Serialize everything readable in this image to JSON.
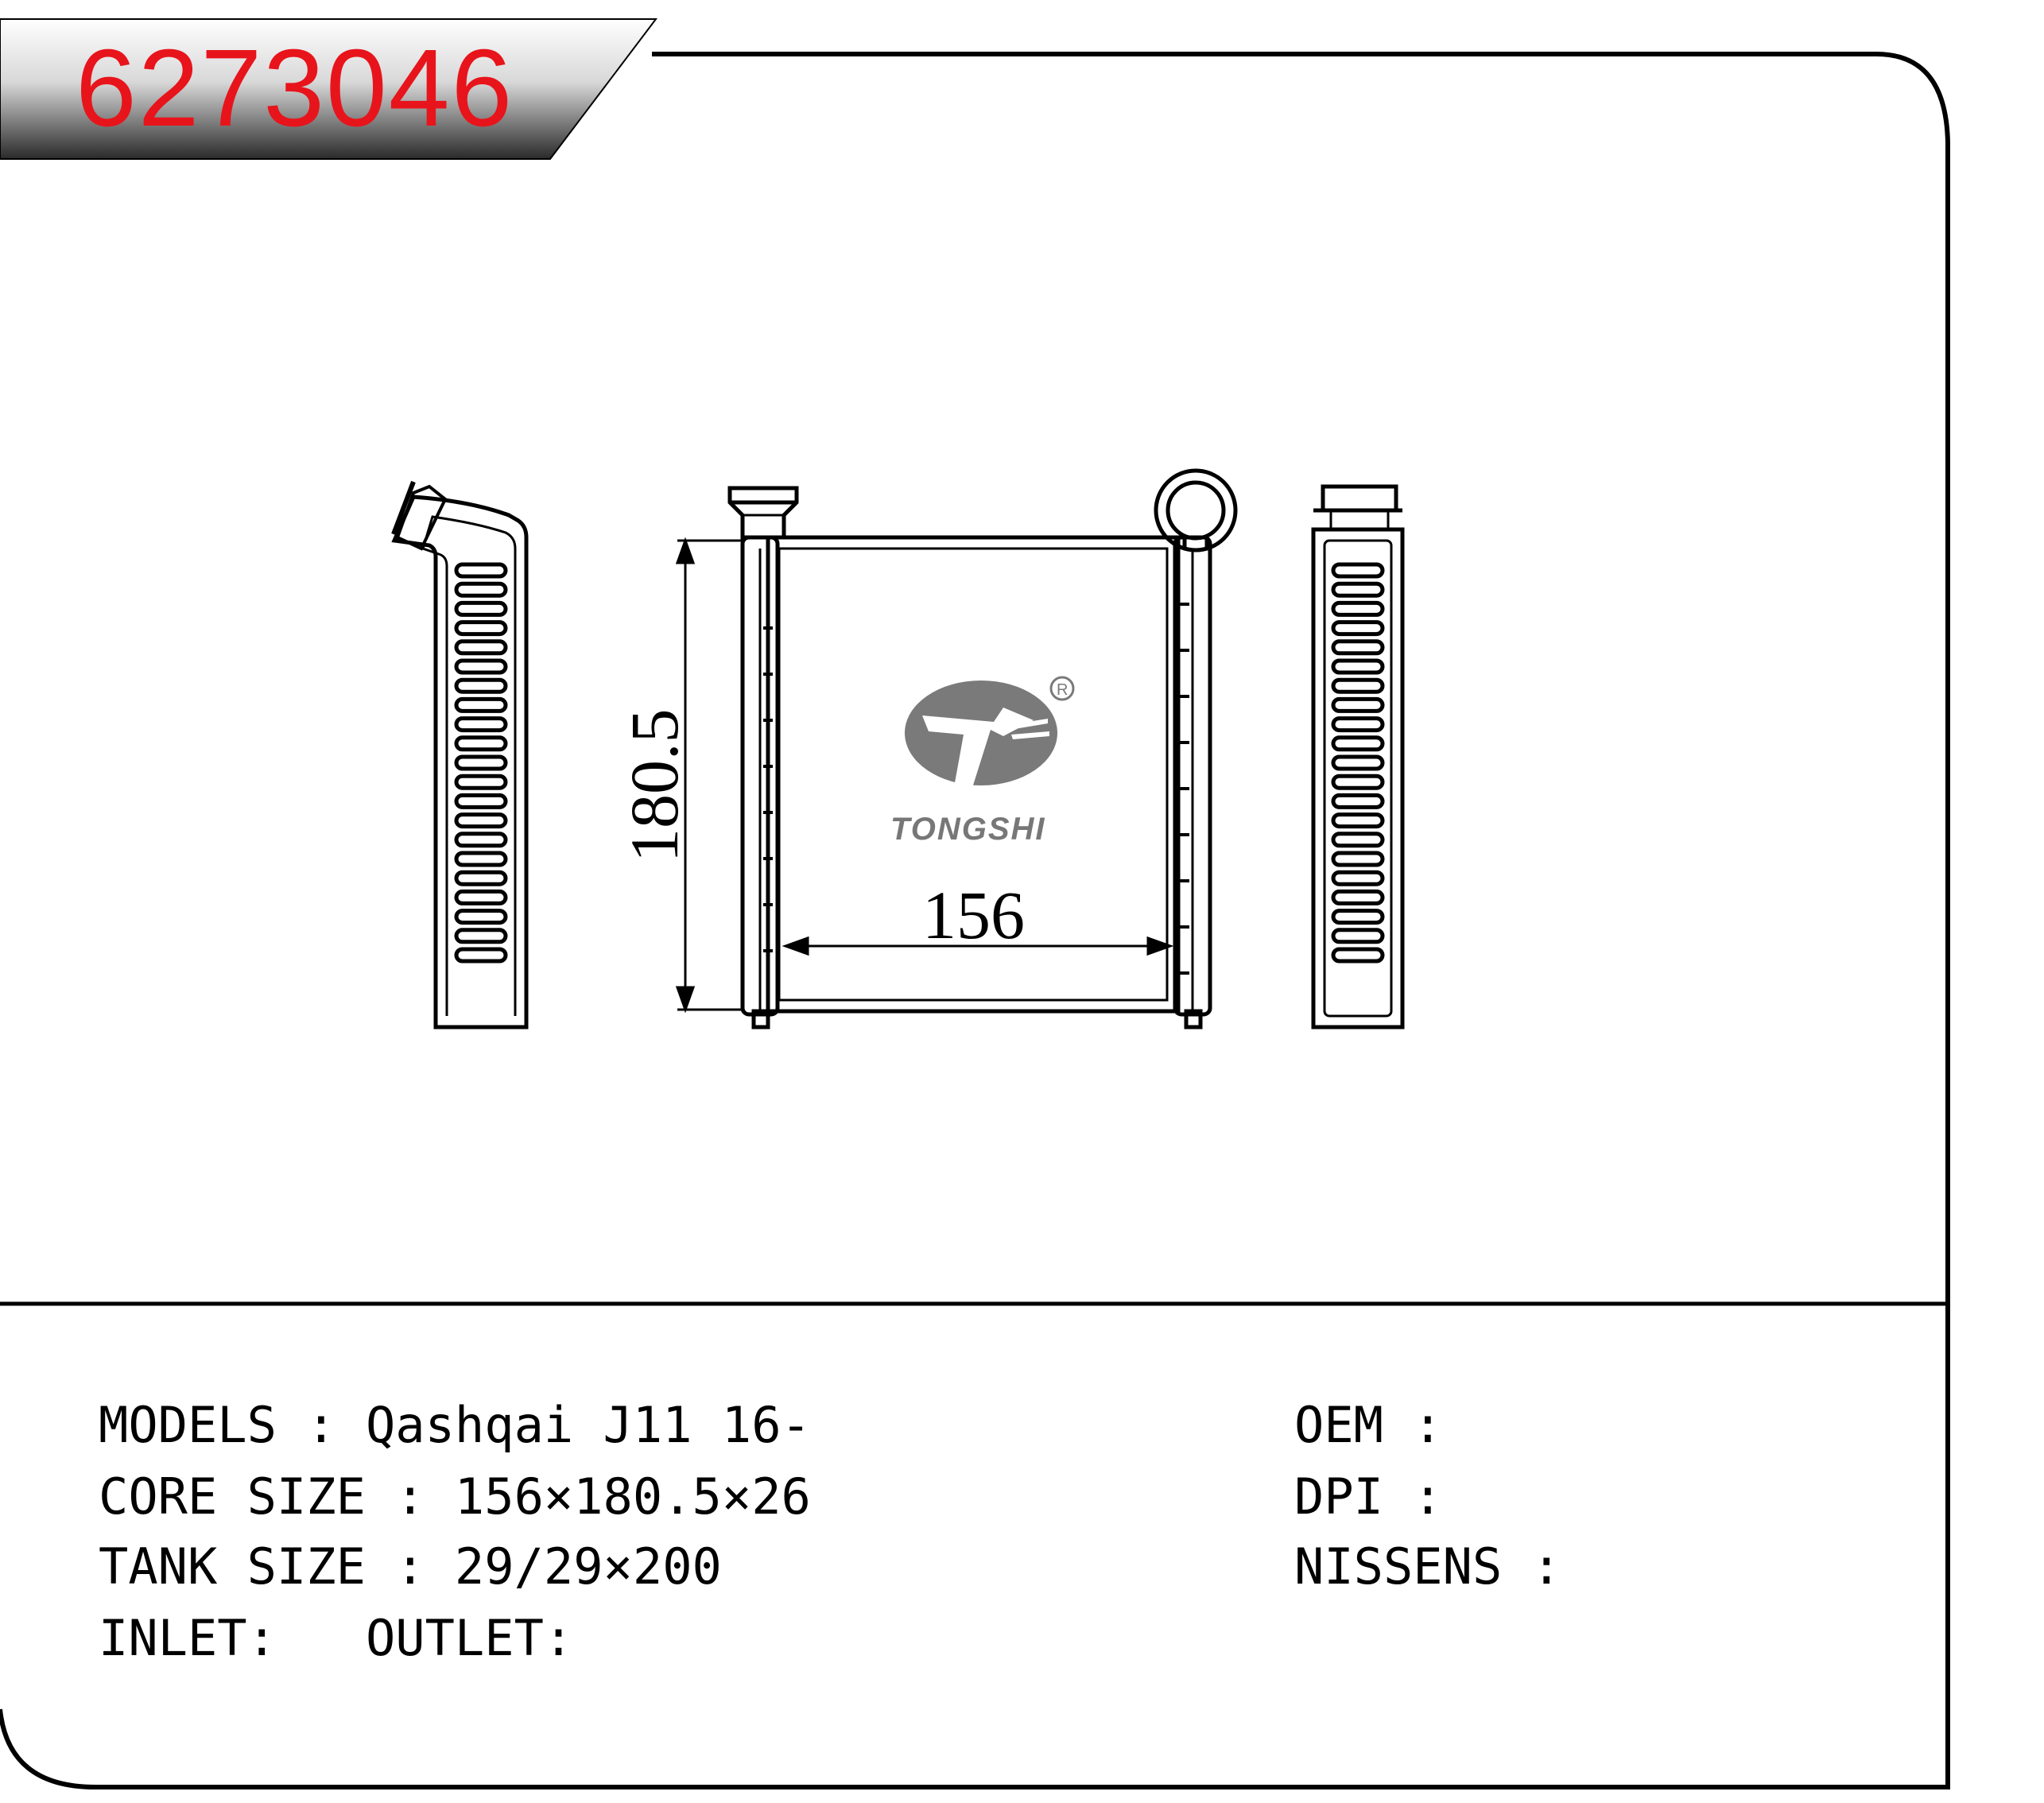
{
  "part_number": "6273046",
  "drawing": {
    "height_dim": "180.5",
    "width_dim": "156",
    "brand_name": "TONGSHI",
    "registered_mark": "R"
  },
  "specs": {
    "models": "MODELS : Qashqai J11 16-",
    "core_size": "CORE SIZE : 156×180.5×26",
    "tank_size": "TANK SIZE : 29/29×200",
    "inlet_outlet": "INLET:   OUTLET:",
    "oem": "OEM :",
    "dpi": "DPI :",
    "nissens": "NISSENS :"
  },
  "colors": {
    "part_number": "#e8141b",
    "line": "#000000",
    "logo": "#7a7a7a"
  }
}
